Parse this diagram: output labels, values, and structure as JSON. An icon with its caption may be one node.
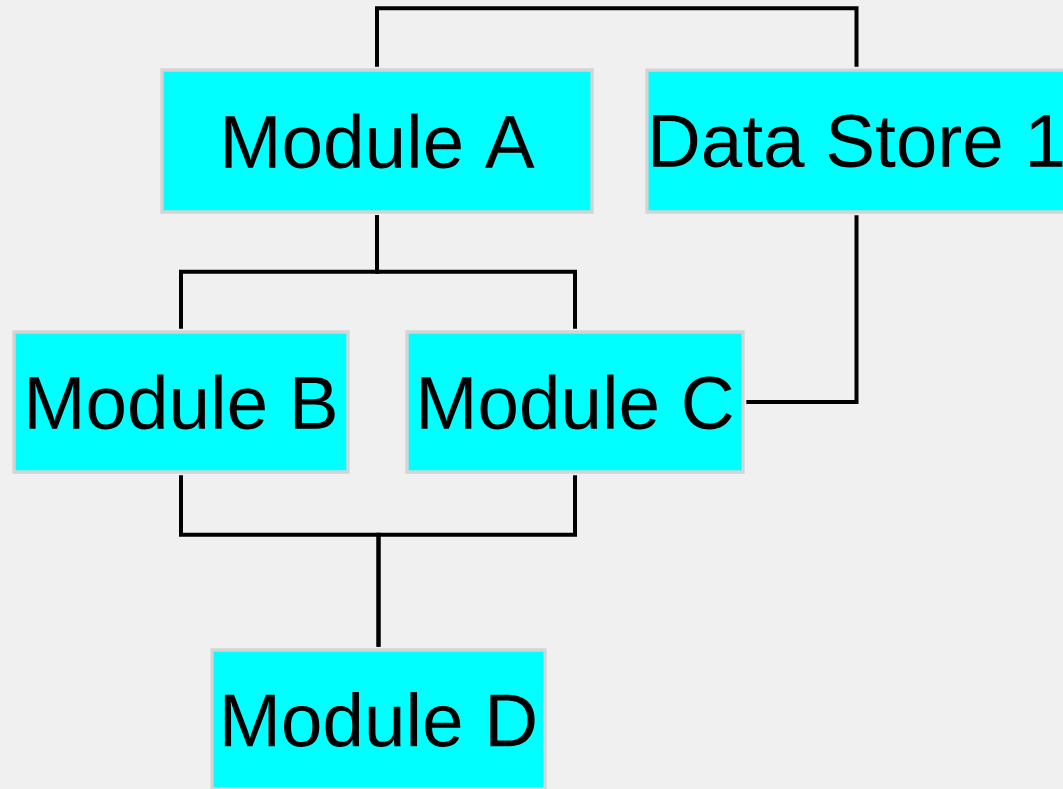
{
  "diagram": {
    "nodes": [
      {
        "text": [
          "Module A"
        ]
      },
      {
        "text": [
          "Data Store 1"
        ]
      },
      {
        "text": [
          "Module B"
        ]
      },
      {
        "text": [
          "Module C"
        ]
      },
      {
        "text": [
          "Module D"
        ]
      }
    ],
    "edges": [
      {
        "from": 0,
        "to": 1,
        "arrow": "none"
      },
      {
        "from": 0,
        "to": 2,
        "arrow": "none"
      },
      {
        "from": 0,
        "to": 3,
        "arrow": "none"
      },
      {
        "from": 3,
        "to": 1,
        "arrow": "none"
      },
      {
        "from": 2,
        "to": 4,
        "arrow": "none"
      },
      {
        "from": 3,
        "to": 4,
        "arrow": "none"
      }
    ]
  }
}
